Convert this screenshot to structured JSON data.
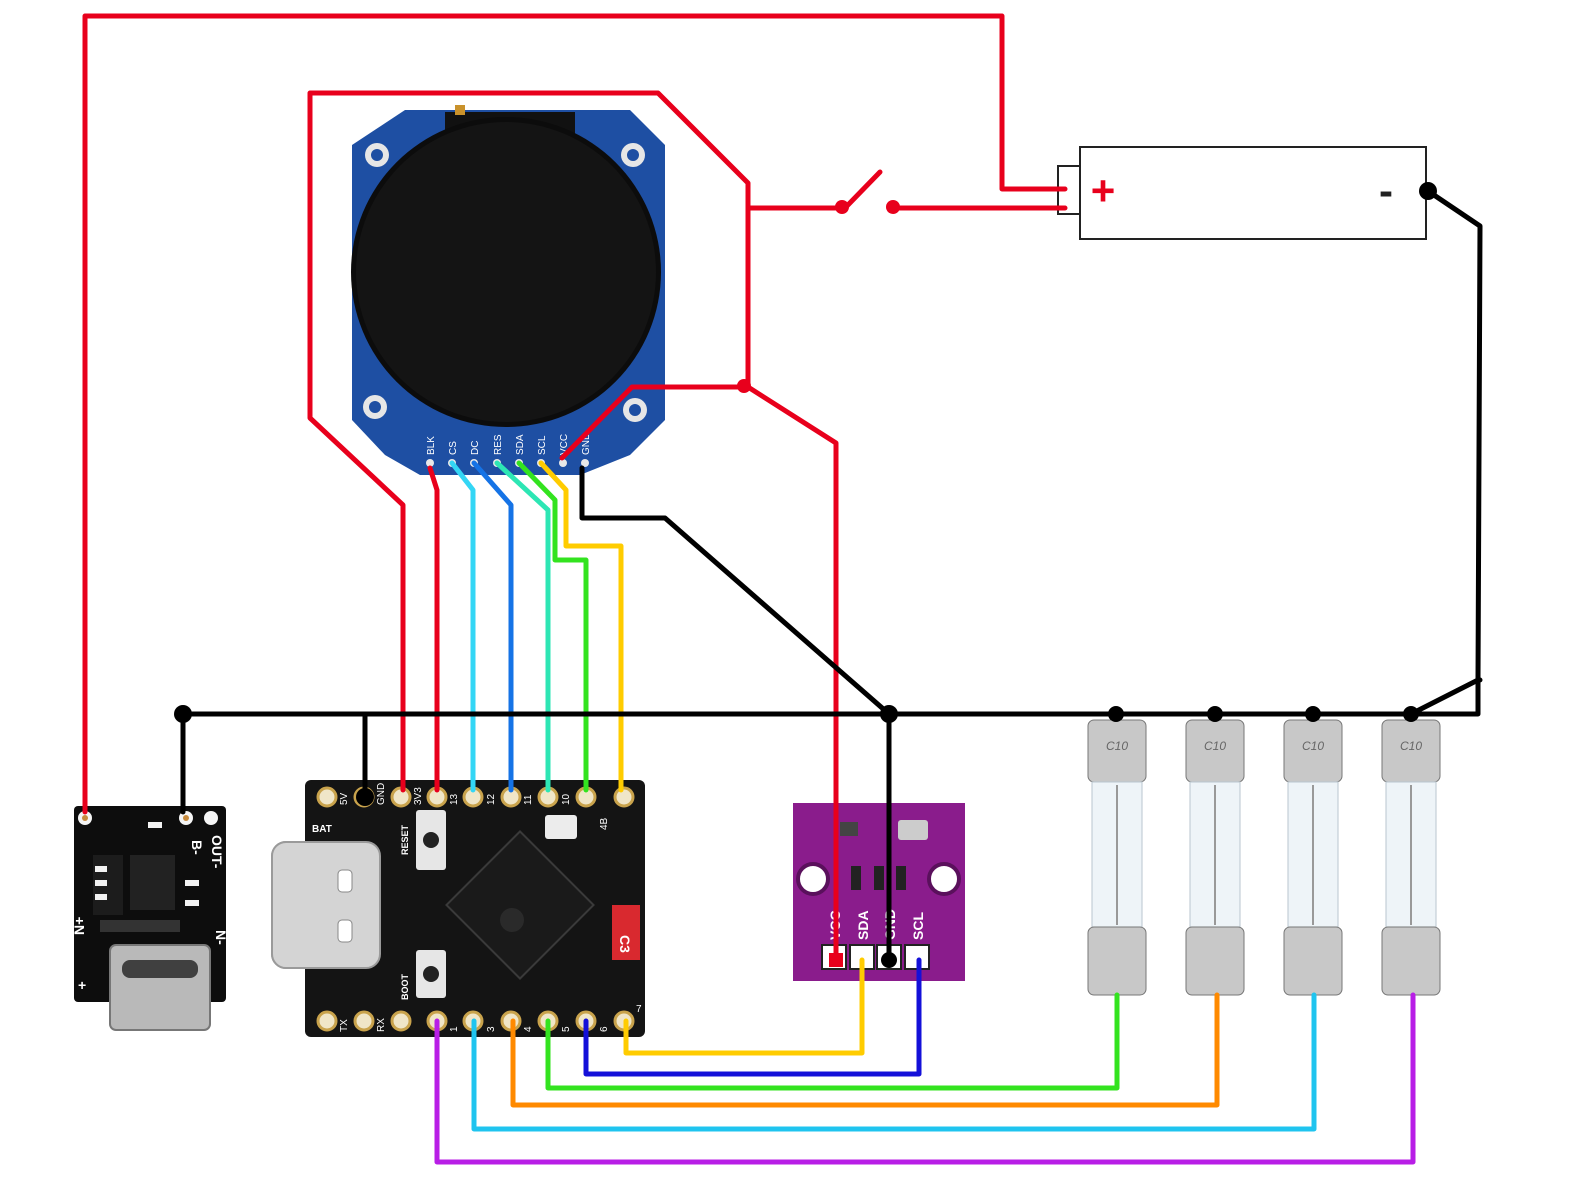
{
  "display": {
    "pins": [
      "BLK",
      "CS",
      "DC",
      "RES",
      "SDA",
      "SCL",
      "VCC",
      "GND"
    ]
  },
  "mcu": {
    "top_pins": [
      "5V",
      "GND",
      "3V3",
      "13",
      "12",
      "11",
      "10",
      "4B"
    ],
    "bottom_pins": [
      "TX",
      "RX",
      "",
      "1",
      "3",
      "4",
      "5",
      "6",
      "7"
    ],
    "labels": [
      "BAT",
      "RESET",
      "BOOT",
      "C3",
      "4B"
    ]
  },
  "charger": {
    "labels": [
      "B-",
      "OUT-",
      "N+",
      "N-",
      "+"
    ]
  },
  "sensor": {
    "pins": [
      "VCC",
      "SDA",
      "GND",
      "SCL"
    ]
  },
  "battery": {
    "plus": "+",
    "minus": "-"
  },
  "fuses": {
    "labels": [
      "C10",
      "C10",
      "C10",
      "C10"
    ]
  },
  "colors": {
    "red": "#e8001c",
    "black": "#000000",
    "cyan": "#33d6f5",
    "blue": "#1573e6",
    "teal": "#2de6b4",
    "green": "#33e31f",
    "yellow": "#ffcc00",
    "orange": "#ff8a00",
    "lightblue": "#1fc4ef",
    "purple": "#b81ee6",
    "darkblue": "#1410d9",
    "board_blue": "#1e4fa3",
    "board_black": "#141414",
    "board_purple": "#8a1c8c"
  }
}
